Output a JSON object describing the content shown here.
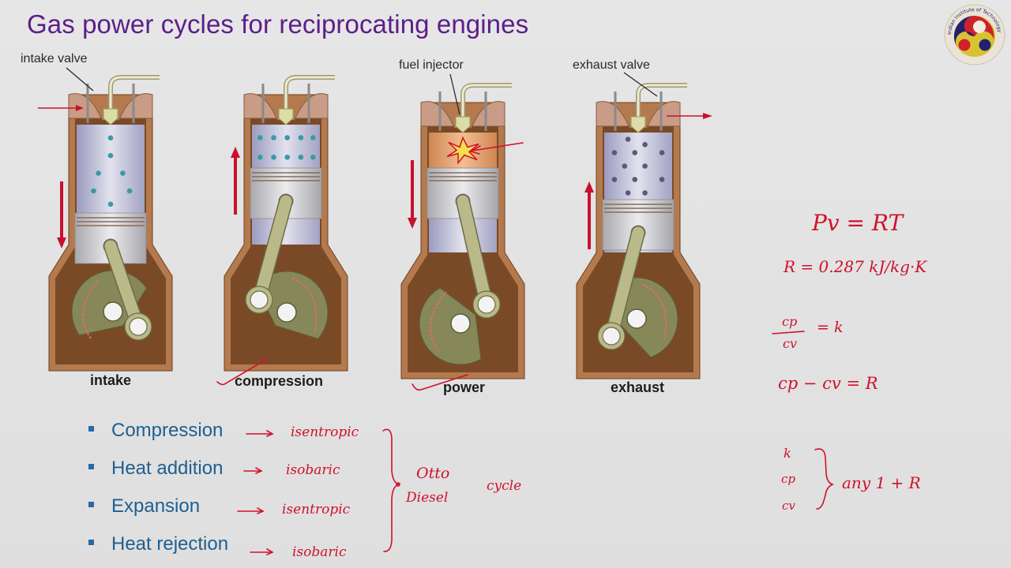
{
  "slide": {
    "title": "Gas power cycles for reciprocating engines",
    "logo": {
      "name": "iit-guwahati-logo",
      "ring_text": "Indian Institute of Technology Guwahati",
      "colors": {
        "outer": "#c99a2e",
        "red": "#d0202c",
        "blue": "#23216f",
        "yellow": "#d8c232"
      }
    }
  },
  "diagram": {
    "callouts": {
      "intake_valve": "intake valve",
      "fuel_injector": "fuel injector",
      "exhaust_valve": "exhaust valve"
    },
    "strokes": [
      {
        "id": "intake",
        "label": "intake",
        "piston_motion": "down",
        "ticked": false
      },
      {
        "id": "compression",
        "label": "compression",
        "piston_motion": "up",
        "ticked": true
      },
      {
        "id": "power",
        "label": "power",
        "piston_motion": "down",
        "ticked": true
      },
      {
        "id": "exhaust",
        "label": "exhaust",
        "piston_motion": "up",
        "ticked": false
      }
    ],
    "colors": {
      "casing": "#7a4a26",
      "casing_edge": "#b47a4e",
      "cylinder": "#b8b8cf",
      "piston": "#c7c7cc",
      "rod": "#b9b98a",
      "crank": "#86885a",
      "arrow": "#c8102e",
      "combustion": "#e9a070"
    }
  },
  "processes": [
    {
      "step": "Compression",
      "annotation": "isentropic"
    },
    {
      "step": "Heat addition",
      "annotation": "isobaric"
    },
    {
      "step": "Expansion",
      "annotation": "isentropic"
    },
    {
      "step": "Heat rejection",
      "annotation": "isobaric"
    }
  ],
  "bracket_notes": {
    "cycles": [
      "Otto",
      "Diesel"
    ],
    "suffix": "cycle"
  },
  "handwritten_notes": {
    "ideal_gas_law": "Pv = RT",
    "gas_constant": "R = 0.287 kJ/kg·K",
    "ratio_numerator": "cp",
    "ratio_denominator": "cv",
    "ratio_result": "= k",
    "difference": "cp − cv = R",
    "list": [
      "k",
      "cp",
      "cv"
    ],
    "list_note": "any 1 + R"
  },
  "ink_color": "#d0112b",
  "text_colors": {
    "title": "#5c1e8a",
    "bullets": "#1f5f91"
  }
}
